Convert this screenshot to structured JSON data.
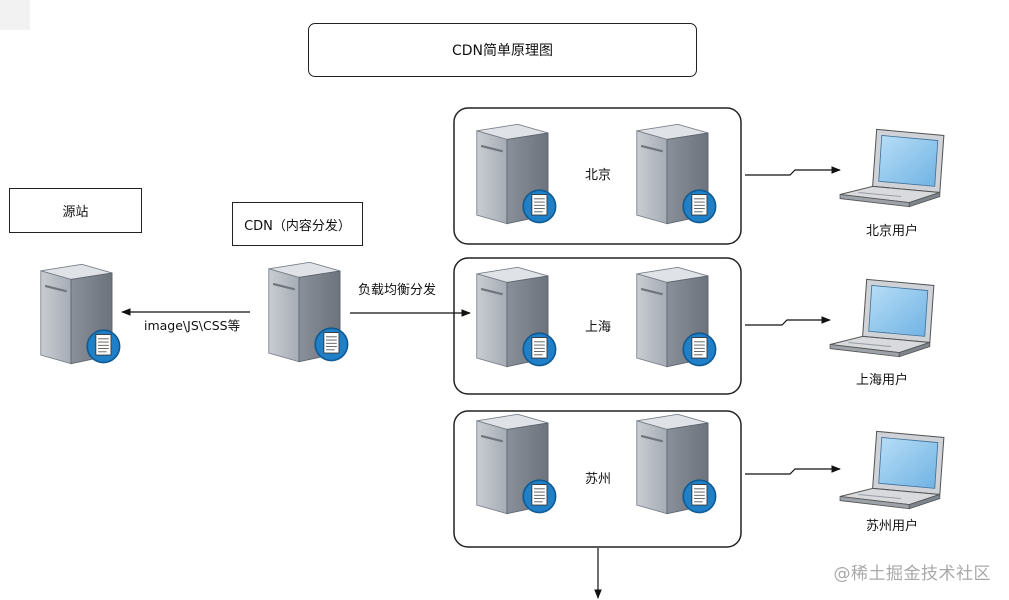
{
  "title": "CDN简单原理图",
  "origin": {
    "label": "源站"
  },
  "cdn": {
    "label": "CDN（内容分发）"
  },
  "edges": {
    "origin_link": "image\\JS\\CSS等",
    "load_balance": "负载均衡分发"
  },
  "regions": [
    {
      "name": "北京",
      "user_label": "北京用户"
    },
    {
      "name": "上海",
      "user_label": "上海用户"
    },
    {
      "name": "苏州",
      "user_label": "苏州用户"
    }
  ],
  "watermark": "@稀土掘金技术社区",
  "colors": {
    "stroke": "#222222",
    "server_front": "#b9bec6",
    "server_side": "#8b929c",
    "server_top": "#d9dde2",
    "badge": "#1f7fc7",
    "screen": "#8fc7ee"
  }
}
